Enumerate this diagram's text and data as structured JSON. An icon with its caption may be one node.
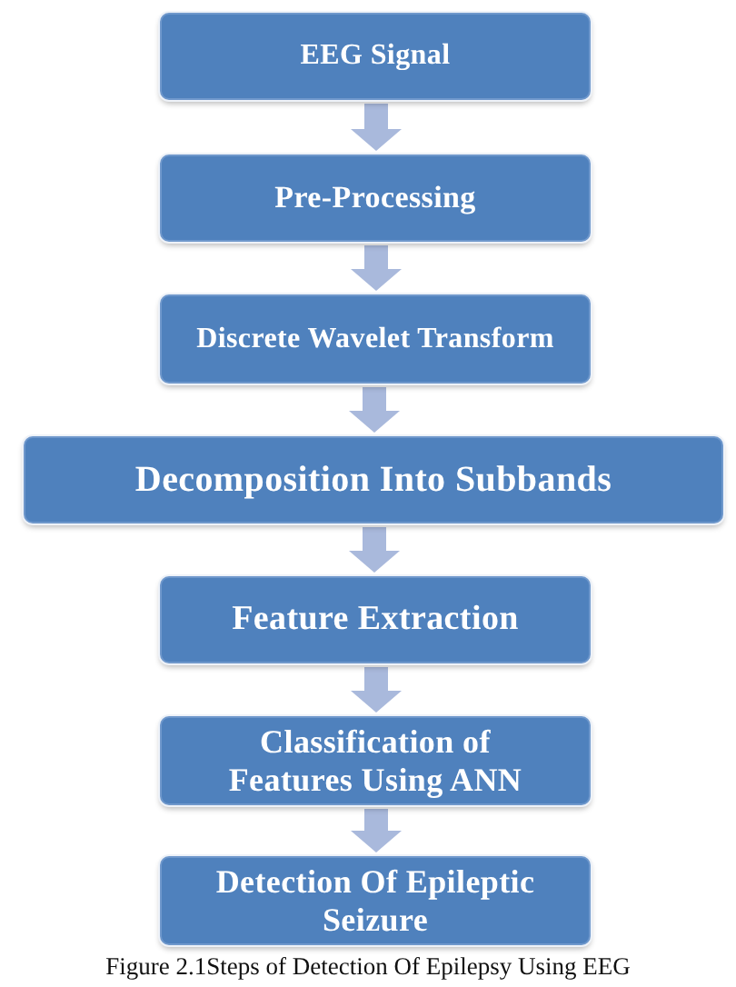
{
  "diagram": {
    "caption": "Figure 2.1Steps of Detection Of Epilepsy Using EEG",
    "nodes": [
      {
        "text": [
          "EEG Signal"
        ]
      },
      {
        "text": [
          "Pre-Processing"
        ]
      },
      {
        "text": [
          "Discrete Wavelet Transform"
        ]
      },
      {
        "text": [
          "Decomposition Into Subbands"
        ]
      },
      {
        "text": [
          "Feature Extraction"
        ]
      },
      {
        "text": [
          "Classification of Features Using ANN"
        ]
      },
      {
        "text": [
          "Detection Of Epileptic Seizure"
        ]
      }
    ],
    "edges": [
      {
        "from": 0,
        "to": 1,
        "arrow": "to"
      },
      {
        "from": 1,
        "to": 2,
        "arrow": "to"
      },
      {
        "from": 2,
        "to": 3,
        "arrow": "to"
      },
      {
        "from": 3,
        "to": 4,
        "arrow": "to"
      },
      {
        "from": 4,
        "to": 5,
        "arrow": "to"
      },
      {
        "from": 5,
        "to": 6,
        "arrow": "to"
      }
    ]
  }
}
